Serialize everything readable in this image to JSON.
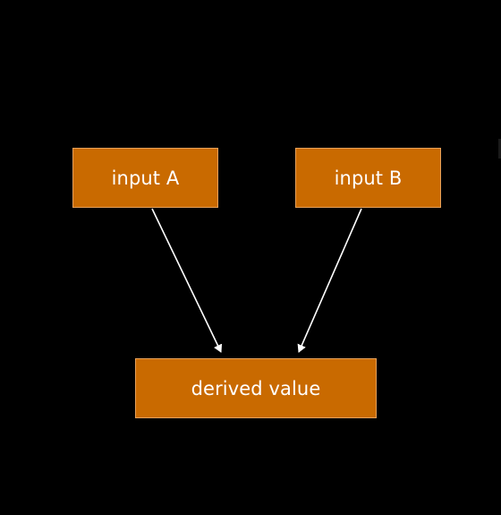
{
  "diagram": {
    "nodes": [
      {
        "id": "input-a",
        "label": "input A"
      },
      {
        "id": "input-b",
        "label": "input B"
      },
      {
        "id": "derived",
        "label": "derived value"
      }
    ],
    "edges": [
      {
        "from": "input-a",
        "to": "derived"
      },
      {
        "from": "input-b",
        "to": "derived"
      }
    ]
  },
  "colors": {
    "background": "#000000",
    "node_fill": "#c96a00",
    "node_text": "#ffffff",
    "edge": "#ffffff"
  }
}
